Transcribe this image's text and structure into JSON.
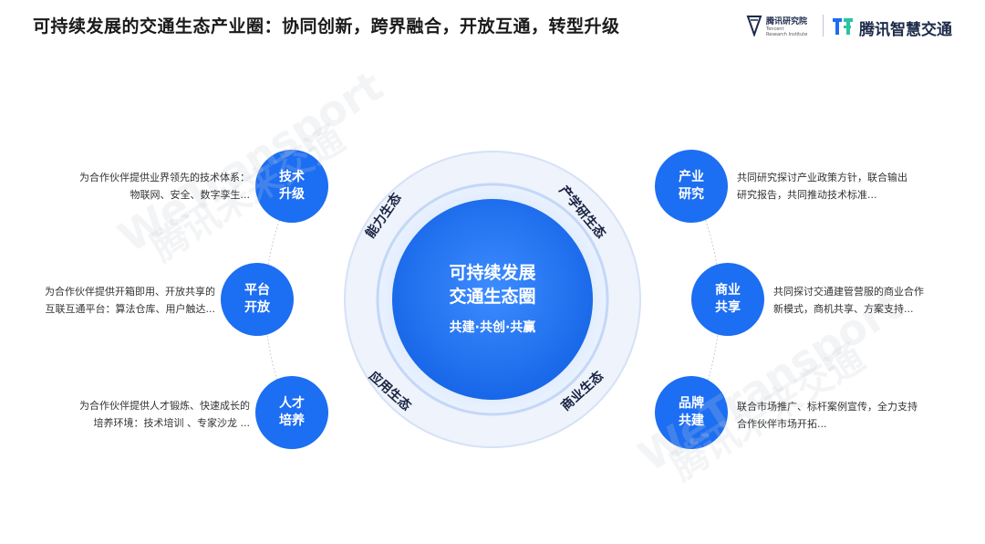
{
  "header": {
    "title": "可持续发展的交通生态产业圈：协同创新，跨界融合，开放互通，转型升级",
    "logo_tencent_research": {
      "name_cn": "腾讯研究院",
      "name_en_line1": "Tencent",
      "name_en_line2": "Research Institute"
    },
    "logo_tencent_transport": {
      "name_cn": "腾讯智慧交通"
    }
  },
  "watermark": {
    "text_en": "WeTransport",
    "text_cn": "腾讯未来交通"
  },
  "center": {
    "title_line1": "可持续发展",
    "title_line2": "交通生态圈",
    "subtitle": "共建·共创·共赢"
  },
  "ring_labels": {
    "top_left": "能力生态",
    "top_right": "产学研生态",
    "bottom_left": "应用生态",
    "bottom_right": "商业生态"
  },
  "left_nodes": [
    {
      "line1": "技术",
      "line2": "升级",
      "desc_line1": "为合作伙伴提供业界领先的技术体系：",
      "desc_line2": "物联网、安全、数字孪生..."
    },
    {
      "line1": "平台",
      "line2": "开放",
      "desc_line1": "为合作伙伴提供开箱即用、开放共享的",
      "desc_line2": "互联互通平台：算法仓库、用户触达..."
    },
    {
      "line1": "人才",
      "line2": "培养",
      "desc_line1": "为合作伙伴提供人才锻炼、快速成长的",
      "desc_line2": "培养环境：技术培训 、专家沙龙 ..."
    }
  ],
  "right_nodes": [
    {
      "line1": "产业",
      "line2": "研究",
      "desc_line1": "共同研究探讨产业政策方针，联合输出",
      "desc_line2": "研究报告，共同推动技术标准..."
    },
    {
      "line1": "商业",
      "line2": "共享",
      "desc_line1": "共同探讨交通建管营服的商业合作",
      "desc_line2": "新模式，商机共享、方案支持..."
    },
    {
      "line1": "品牌",
      "line2": "共建",
      "desc_line1": "联合市场推广、标杆案例宣传，全力支持",
      "desc_line2": "合作伙伴市场开拓..."
    }
  ],
  "colors": {
    "primary_blue": "#1c6ef2",
    "ring_light": "#dfe9fb",
    "ring_mid": "#c3d8f8",
    "title_text": "#1a1a1a"
  }
}
